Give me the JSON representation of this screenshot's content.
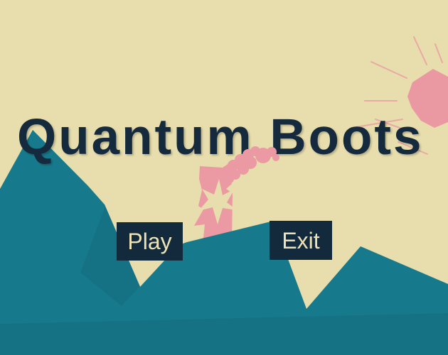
{
  "title": {
    "text": "Quantum Boots"
  },
  "menu": {
    "play_label": "Play",
    "exit_label": "Exit"
  },
  "colors": {
    "background": "#e7ddad",
    "terrain": "#177a8c",
    "navy": "#122a3c",
    "pink": "#eb9aa3",
    "sun_pink": "#ea98a1",
    "button_text": "#ede2b7"
  },
  "scene": {
    "icons": [
      "sun-icon",
      "tree-icon",
      "mountain",
      "terrain-foreground"
    ]
  }
}
